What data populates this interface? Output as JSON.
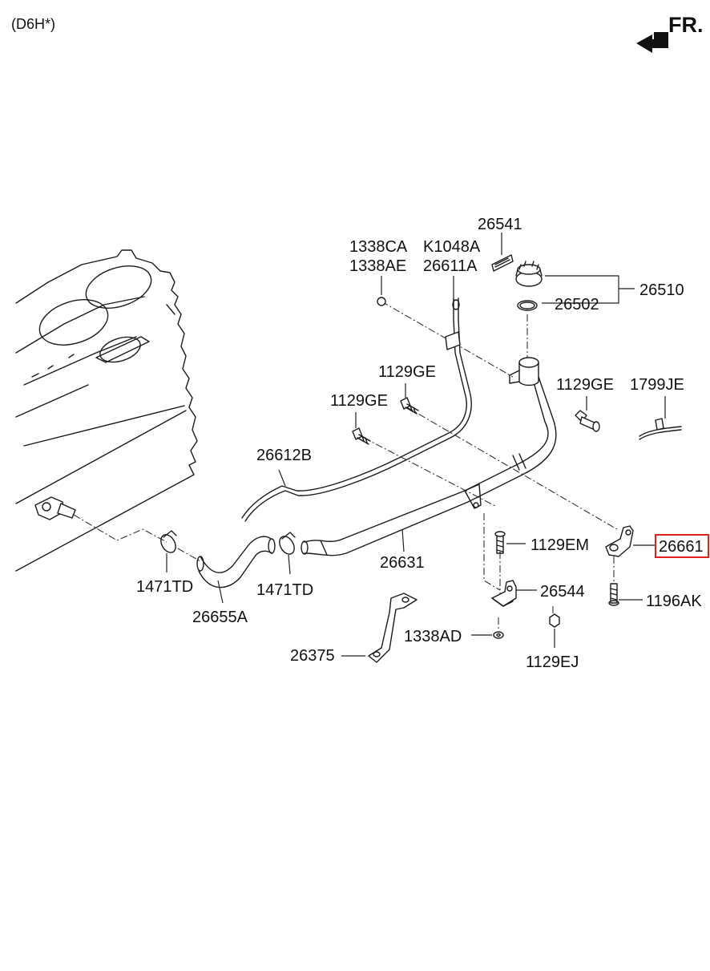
{
  "header": {
    "variant": "(D6H*)",
    "direction": "FR."
  },
  "labels": {
    "p26541": "26541",
    "p1338CA": "1338CA",
    "p1338AE": "1338AE",
    "pK1048A": "K1048A",
    "p26611A": "26611A",
    "p26510": "26510",
    "p26502": "26502",
    "p1129GE_a": "1129GE",
    "p1129GE_b": "1129GE",
    "p1129GE_c": "1129GE",
    "p1799JE": "1799JE",
    "p26612B": "26612B",
    "p26661": "26661",
    "p1129EM": "1129EM",
    "p1471TD_a": "1471TD",
    "p26631": "26631",
    "p1471TD_b": "1471TD",
    "p26544": "26544",
    "p1196AK": "1196AK",
    "p26655A": "26655A",
    "p1338AD": "1338AD",
    "p26375": "26375",
    "p1129EJ": "1129EJ"
  },
  "highlight": {
    "part": "26661",
    "color": "#e02020"
  }
}
